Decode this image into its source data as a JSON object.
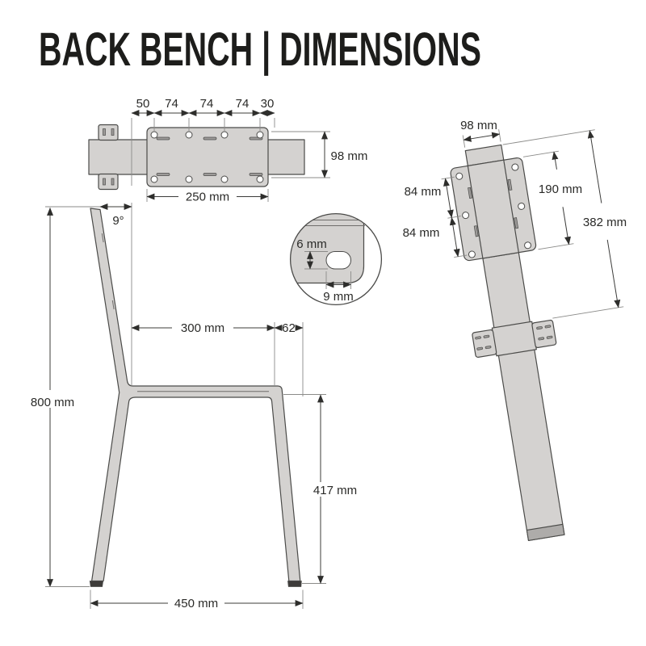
{
  "title": "BACK BENCH | DIMENSIONS",
  "colors": {
    "background": "#ffffff",
    "part_fill": "#d4d2d0",
    "outline": "#4b4b49",
    "dimension_line": "#3c3c3a",
    "extension_line": "#8b8b89",
    "label_text": "#2a2a28",
    "title_text": "#1d1d1b",
    "foot": "#3e3c3a",
    "end_cap": "#aeacaa"
  },
  "top_view": {
    "chain_dims": [
      "50",
      "74",
      "74",
      "74",
      "30"
    ],
    "plate_width": "98 mm",
    "plate_length": "250 mm"
  },
  "side_view": {
    "back_angle": "9°",
    "total_height": "800 mm",
    "seat_depth": "300 mm",
    "seat_overhang": "62",
    "seat_height": "417 mm",
    "base_depth": "450 mm"
  },
  "detail_view": {
    "slot_height": "6 mm",
    "slot_width": "9 mm"
  },
  "back_view": {
    "post_width": "98 mm",
    "hole_spacing_upper": "84 mm",
    "hole_spacing_lower": "84 mm",
    "plate_length": "190 mm",
    "backrest_length": "382 mm"
  }
}
